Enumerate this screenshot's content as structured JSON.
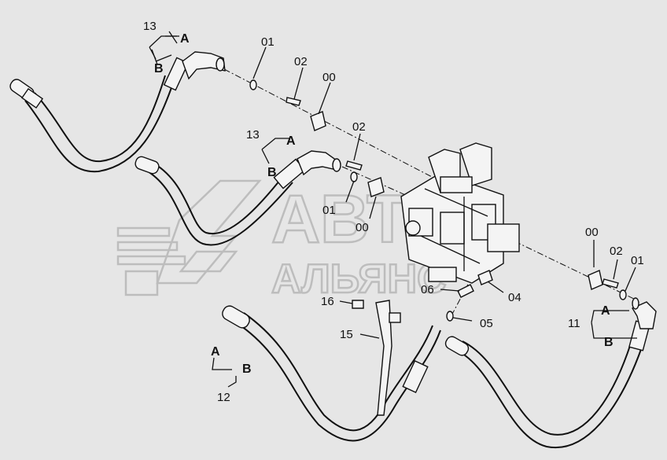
{
  "watermark": {
    "line1": "АВТО",
    "line2": "АЛЬЯНС"
  },
  "labels": {
    "hose_top_number": "13",
    "hose_top_a": "A",
    "hose_top_b": "B",
    "hose_mid_number": "13",
    "hose_mid_a": "A",
    "hose_mid_b": "B",
    "hose_left_number": "12",
    "hose_left_a": "A",
    "hose_left_b": "B",
    "hose_right_number": "11",
    "hose_right_a": "A",
    "hose_right_b": "B",
    "oring_top": "01",
    "bolt_top": "02",
    "flange_top": "00",
    "bolt_mid": "02",
    "oring_mid": "01",
    "flange_mid": "00",
    "flange_right": "00",
    "bolt_right": "02",
    "oring_right": "01",
    "fitting_06": "06",
    "fitting_04": "04",
    "oring_05": "05",
    "bolt_16": "16",
    "bracket_15": "15"
  },
  "colors": {
    "background": "#e6e6e6",
    "line": "#111111",
    "watermark": "#bdbdbd"
  }
}
